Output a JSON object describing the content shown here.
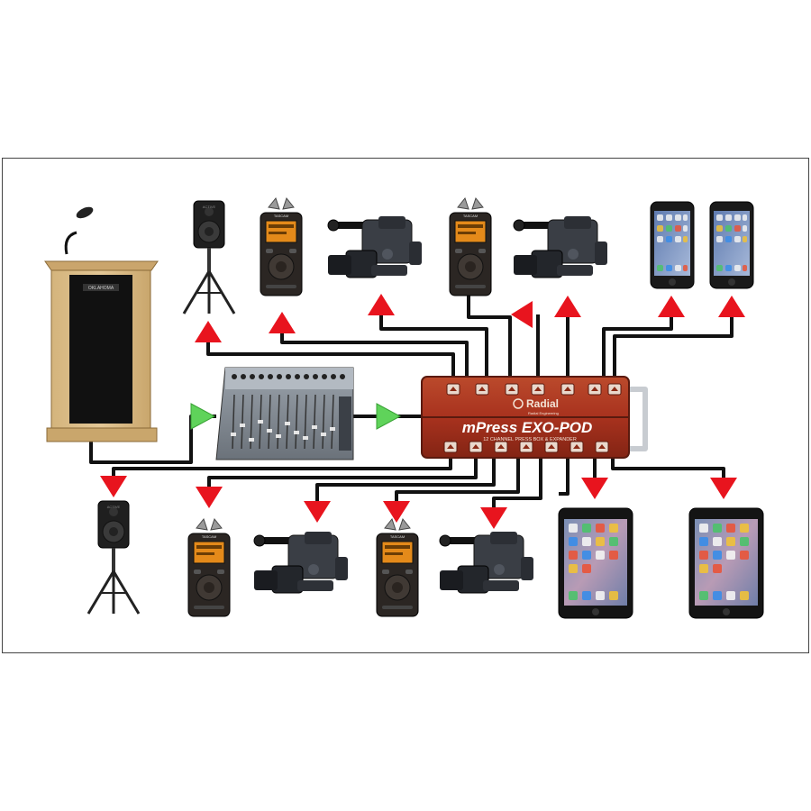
{
  "diagram": {
    "hub": {
      "brand": "Radial",
      "tagline": "Radial Engineering",
      "model": "mPress EXO-POD",
      "subtitle": "12 CHANNEL PRESS BOX & EXPANDER"
    },
    "speaker_brand": "ACTIVE",
    "podium_badge": "OKLAHOMA",
    "recorder_brand": "TASCAM",
    "colors": {
      "frame": "#444444",
      "wire": "#111111",
      "output_arrow": "#e8141e",
      "input_arrow": "#5fd35a",
      "hub_red": "#a8321e",
      "hub_dark": "#7a2212",
      "podium_wood": "#dcbf8a",
      "podium_panel": "#111111"
    },
    "icons": {
      "podium": "podium-icon",
      "mixer": "mixer-icon",
      "speaker": "pa-speaker-icon",
      "recorder": "audio-recorder-icon",
      "camera": "video-camera-icon",
      "phone": "smartphone-icon",
      "tablet": "tablet-icon",
      "hub": "press-box-icon"
    }
  }
}
